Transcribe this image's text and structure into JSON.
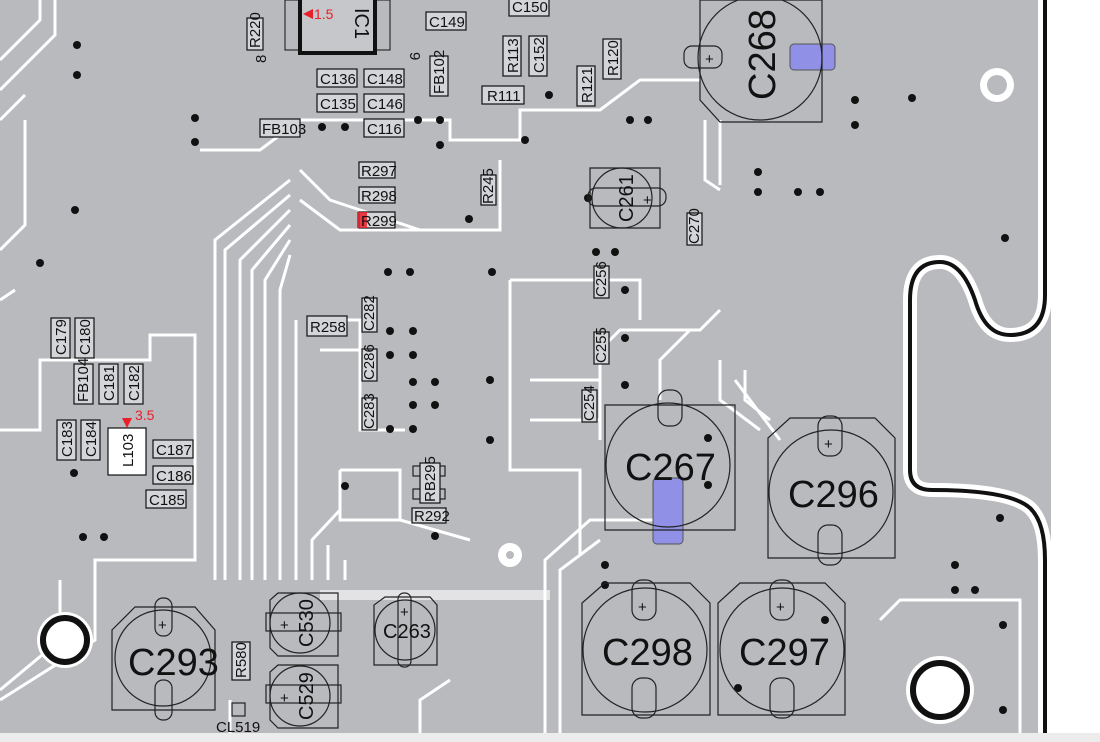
{
  "board": {
    "colors": {
      "copper": "#b9babe",
      "silk": "#111111",
      "highlight_blue": "#8f90e6",
      "marker_red": "#e8202a"
    },
    "markers": {
      "ic1_pin_voltage": "1.5",
      "l103_voltage": "3.5"
    },
    "ic": {
      "label": "IC1",
      "pin_a": "8",
      "pin_b": "9"
    },
    "small": {
      "C149": "C149",
      "C150": "C150",
      "C136": "C136",
      "C148": "C148",
      "C135": "C135",
      "C146": "C146",
      "C116": "C116",
      "FB103": "FB103",
      "R111": "R111",
      "R297": "R297",
      "R298": "R298",
      "R299": "R299",
      "R258": "R258",
      "C187": "C187",
      "C186": "C186",
      "C185": "C185",
      "R292": "R292",
      "R220": "R220",
      "R113": "R113",
      "C152": "C152",
      "R120": "R120",
      "R121": "R121",
      "FB102": "FB102",
      "R245": "R245",
      "C270": "C270",
      "C256": "C256",
      "C255": "C255",
      "C254": "C254",
      "C282": "C282",
      "C286": "C286",
      "C283": "C283",
      "C179": "C179",
      "C180": "C180",
      "FB104": "FB104",
      "C181": "C181",
      "C182": "C182",
      "C183": "C183",
      "C184": "C184",
      "L103": "L103",
      "RB295": "RB295",
      "R580": "R580",
      "CL519": "CL519"
    },
    "caps": {
      "C268": "C268",
      "C267": "C267",
      "C296": "C296",
      "C298": "C298",
      "C297": "C297",
      "C293": "C293",
      "C530": "C530",
      "C529": "C529",
      "C263": "C263",
      "C261": "C261"
    }
  }
}
